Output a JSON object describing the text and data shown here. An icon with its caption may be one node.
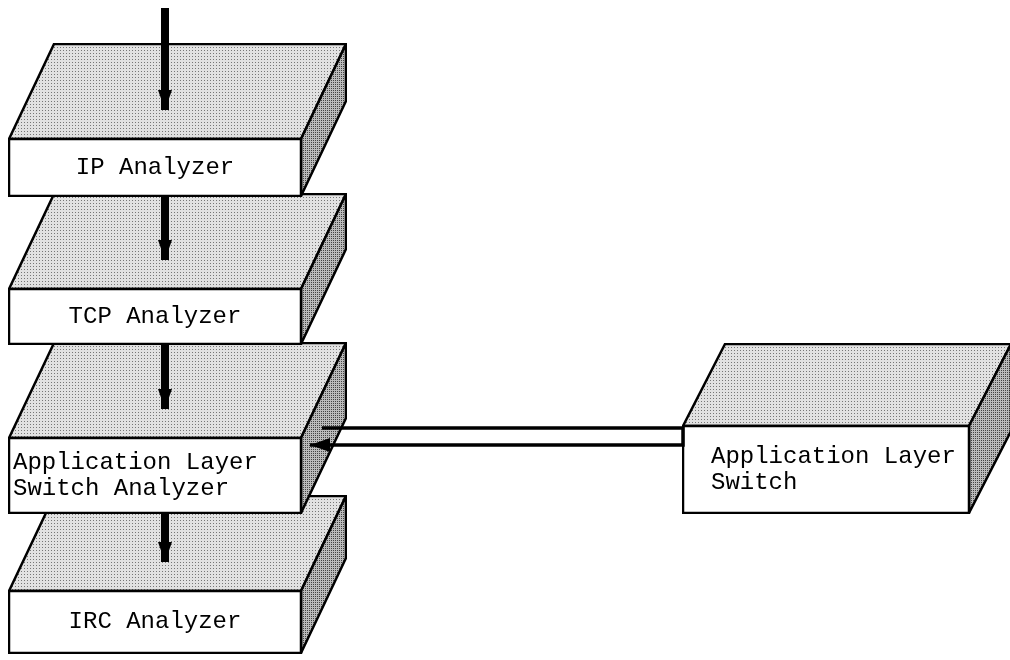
{
  "diagram": {
    "nodes": [
      {
        "text": [
          "IP Analyzer"
        ]
      },
      {
        "text": [
          "TCP Analyzer"
        ]
      },
      {
        "text": [
          "Application Layer Switch Analyzer"
        ]
      },
      {
        "text": [
          "IRC Analyzer"
        ]
      },
      {
        "text": [
          "Application Layer Switch"
        ]
      }
    ],
    "edges": [
      {
        "from": null,
        "to": 0,
        "arrow": "to"
      },
      {
        "from": 0,
        "to": 1,
        "arrow": "to"
      },
      {
        "from": 1,
        "to": 2,
        "arrow": "to"
      },
      {
        "from": 2,
        "to": 3,
        "arrow": "to"
      },
      {
        "from": 4,
        "to": 2,
        "arrow": "to"
      }
    ]
  }
}
